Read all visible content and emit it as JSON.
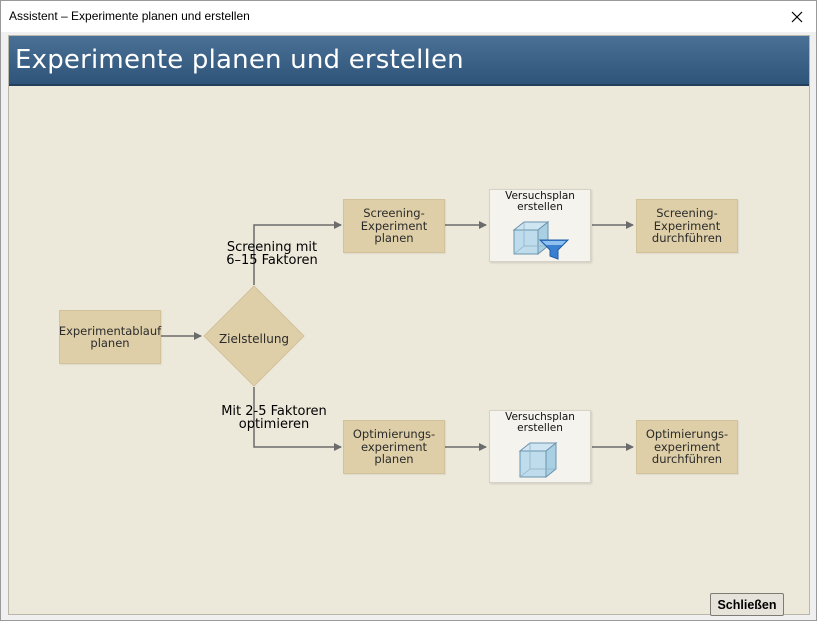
{
  "window": {
    "title": "Assistent – Experimente planen und erstellen"
  },
  "header": {
    "title": "Experimente planen und erstellen"
  },
  "flow": {
    "start_box": "Experimentablauf\nplanen",
    "decision": "Zielstellung",
    "branch_top_label": "Screening mit\n6–15 Faktoren",
    "branch_bottom_label": "Mit 2-5 Faktoren\noptimieren",
    "top": {
      "plan_box": "Screening-\nExperiment\nplanen",
      "create_box": "Versuchsplan\nerstellen",
      "run_box": "Screening-\nExperiment\ndurchführen"
    },
    "bottom": {
      "plan_box": "Optimierungs-\nexperiment\nplanen",
      "create_box": "Versuchsplan\nerstellen",
      "run_box": "Optimierungs-\nexperiment\ndurchführen"
    }
  },
  "buttons": {
    "close_label": "Schließen"
  },
  "icons": {
    "close": "close-icon",
    "cube": "cube-icon",
    "filter": "filter-funnel-icon"
  },
  "colors": {
    "header_bg": "#3e6489",
    "canvas_bg": "#ece8da",
    "box_fill": "#decfa8",
    "connector": "#6b6b6b"
  }
}
